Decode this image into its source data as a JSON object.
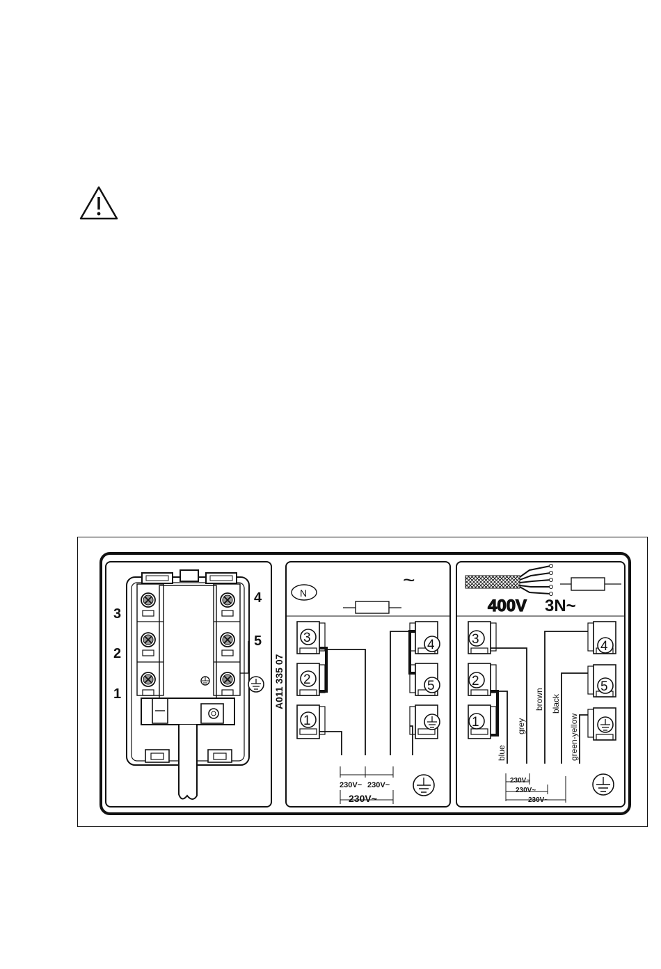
{
  "figure": {
    "code": "A011 335 07",
    "terminal_block": {
      "labels_left": [
        "3",
        "2",
        "1"
      ],
      "labels_right": [
        "4",
        "5"
      ]
    },
    "panel_single_phase": {
      "neutral_symbol": "N",
      "tilde": "~",
      "terminals": [
        "3",
        "2",
        "1",
        "4",
        "5"
      ],
      "voltage_small_1": "230V~",
      "voltage_small_2": "230V~",
      "voltage_total": "230V~"
    },
    "panel_three_phase": {
      "voltage": "400V",
      "system": "3N~",
      "terminals": [
        "3",
        "2",
        "1",
        "4",
        "5"
      ],
      "wire_colors": [
        "blue",
        "grey",
        "brown",
        "black",
        "green-yellow"
      ],
      "voltages": [
        "230V~",
        "230V~",
        "230V~"
      ]
    }
  }
}
